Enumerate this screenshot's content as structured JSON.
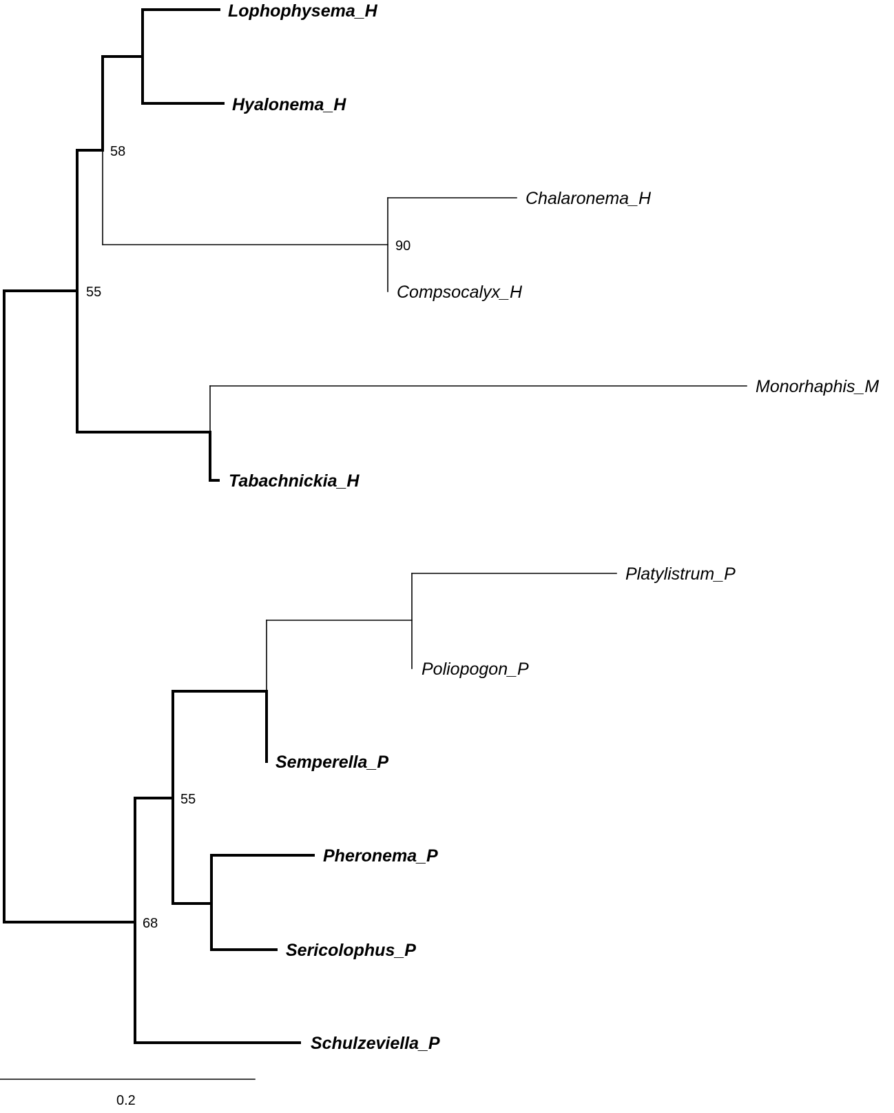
{
  "tree": {
    "leaves": [
      {
        "id": "lophophysema",
        "label": "Lophophysema_H",
        "bold": true
      },
      {
        "id": "hyalonema",
        "label": "Hyalonema_H",
        "bold": true
      },
      {
        "id": "chalaronema",
        "label": "Chalaronema_H",
        "bold": false
      },
      {
        "id": "compsocalyx",
        "label": "Compsocalyx_H",
        "bold": false
      },
      {
        "id": "monorhaphis",
        "label": "Monorhaphis_M",
        "bold": false
      },
      {
        "id": "tabachnickia",
        "label": "Tabachnickia_H",
        "bold": true
      },
      {
        "id": "platylistrum",
        "label": "Platylistrum_P",
        "bold": false
      },
      {
        "id": "poliopogon",
        "label": "Poliopogon_P",
        "bold": false
      },
      {
        "id": "semperella",
        "label": "Semperella_P",
        "bold": true
      },
      {
        "id": "pheronema",
        "label": "Pheronema_P",
        "bold": true
      },
      {
        "id": "sericolophus",
        "label": "Sericolophus_P",
        "bold": true
      },
      {
        "id": "schulzeviella",
        "label": "Schulzeviella_P",
        "bold": true
      }
    ],
    "support_values": [
      {
        "id": "node-hyalonematid-clade",
        "value": "58"
      },
      {
        "id": "node-chalaronema-compsocalyx",
        "value": "90"
      },
      {
        "id": "node-h-clade",
        "value": "55"
      },
      {
        "id": "node-semperella-pheronema",
        "value": "55"
      },
      {
        "id": "node-p-clade",
        "value": "68"
      }
    ],
    "scale_bar": {
      "label": "0.2"
    }
  }
}
